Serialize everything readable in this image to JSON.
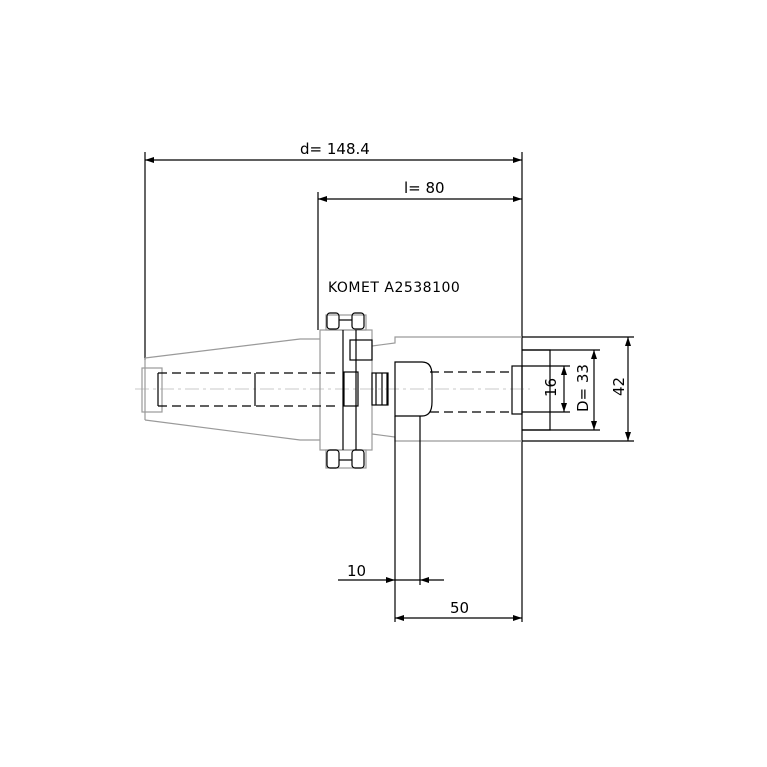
{
  "drawing": {
    "part_number": "KOMET A2538100",
    "dimensions": {
      "overall_length": "d= 148.4",
      "gauge_length": "l= 80",
      "bore_diameter": "16",
      "nose_diameter": "D= 33",
      "outer_diameter": "42",
      "small_step": "10",
      "depth": "50"
    }
  }
}
